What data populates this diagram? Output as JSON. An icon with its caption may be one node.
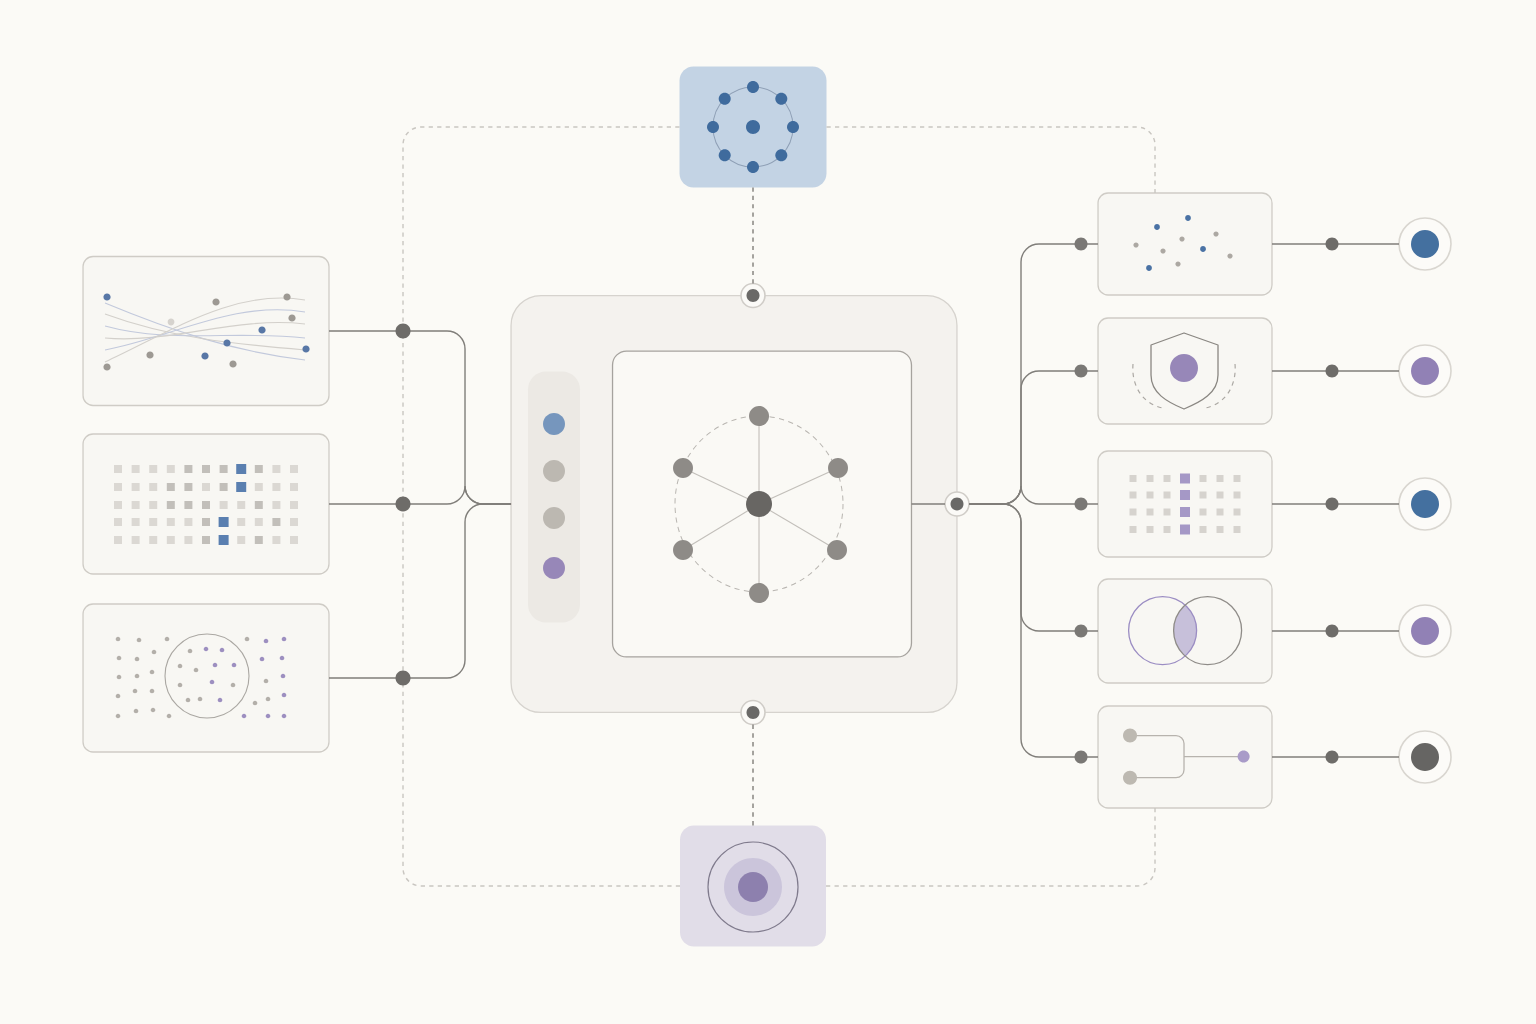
{
  "diagram": {
    "nodes": [
      {
        "text": [],
        "shape": "box"
      },
      {
        "text": [],
        "shape": "box"
      },
      {
        "text": [],
        "shape": "box"
      },
      {
        "text": [],
        "shape": "box"
      },
      {
        "text": [],
        "shape": "box"
      },
      {
        "text": [],
        "shape": "bar",
        "in": 4
      },
      {
        "text": [],
        "shape": "box",
        "in": 4
      },
      {
        "text": [],
        "shape": "box"
      },
      {
        "text": [],
        "shape": "box"
      },
      {
        "text": [],
        "shape": "box"
      },
      {
        "text": [],
        "shape": "box"
      },
      {
        "text": [],
        "shape": "box"
      },
      {
        "text": [],
        "shape": "box"
      },
      {
        "text": [],
        "shape": "circle"
      },
      {
        "text": [],
        "shape": "circle"
      },
      {
        "text": [],
        "shape": "circle"
      },
      {
        "text": [],
        "shape": "circle"
      },
      {
        "text": [],
        "shape": "circle"
      },
      {
        "text": [],
        "shape": "circle"
      },
      {
        "text": [],
        "shape": "circle"
      },
      {
        "text": [],
        "shape": "circle"
      }
    ],
    "edges": [
      {
        "from": 0,
        "to": 4,
        "arrow": "none"
      },
      {
        "from": 1,
        "to": 4,
        "arrow": "none"
      },
      {
        "from": 2,
        "to": 4,
        "arrow": "none"
      },
      {
        "from": 3,
        "to": 18,
        "arrow": "none",
        "style": "dashed"
      },
      {
        "from": 19,
        "to": 7,
        "arrow": "none",
        "style": "dashed"
      },
      {
        "from": 20,
        "to": 8,
        "arrow": "none"
      },
      {
        "from": 20,
        "to": 9,
        "arrow": "none"
      },
      {
        "from": 20,
        "to": 10,
        "arrow": "none"
      },
      {
        "from": 20,
        "to": 11,
        "arrow": "none"
      },
      {
        "from": 20,
        "to": 12,
        "arrow": "none"
      },
      {
        "from": 8,
        "to": 13,
        "arrow": "none"
      },
      {
        "from": 9,
        "to": 14,
        "arrow": "none"
      },
      {
        "from": 10,
        "to": 15,
        "arrow": "none"
      },
      {
        "from": 11,
        "to": 16,
        "arrow": "none"
      },
      {
        "from": 12,
        "to": 17,
        "arrow": "none"
      },
      {
        "from": 3,
        "to": 7,
        "arrow": "none",
        "style": "dashed",
        "color": "#c9c6c1"
      },
      {
        "from": 3,
        "to": 8,
        "arrow": "none",
        "style": "dashed",
        "color": "#c9c6c1"
      },
      {
        "from": 12,
        "to": 7,
        "arrow": "none",
        "style": "dashed",
        "color": "#c9c6c1"
      },
      {
        "from": 6,
        "to": 20,
        "arrow": "none"
      }
    ]
  }
}
